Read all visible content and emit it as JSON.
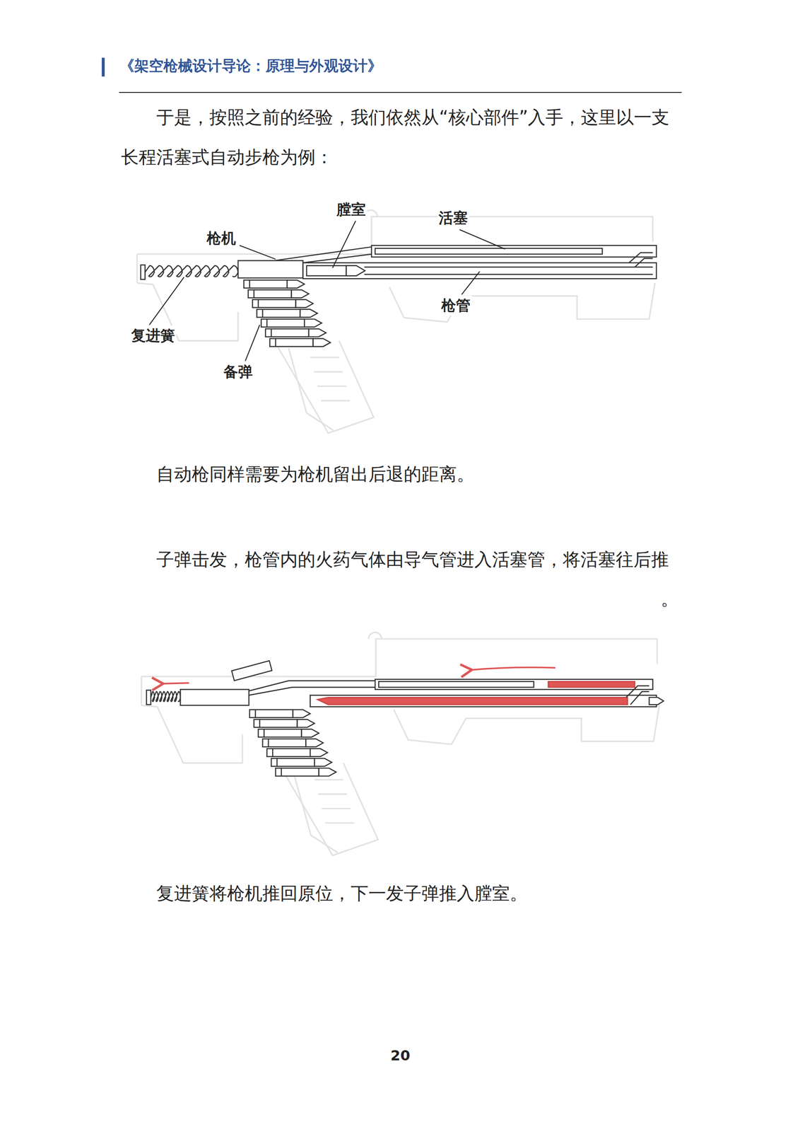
{
  "diagram": {
    "labels": [
      "《架空枪械设计导论：原理与外观设计》",
      "于是，按照之前的经验，我们依然从“核心部件”入手，这里以一支长程活塞式自动步枪为例：",
      "膛室",
      "活塞",
      "枪机",
      "枪管",
      "复进簧",
      "备弹",
      "自动枪同样需要为枪机留出后退的距离。",
      "子弹击发，枪管内的火药气体由导气管进入活塞管，将活塞往后推",
      "。",
      "复进簧将枪机推回原位，下一发子弹推入膛室。",
      "20"
    ]
  }
}
